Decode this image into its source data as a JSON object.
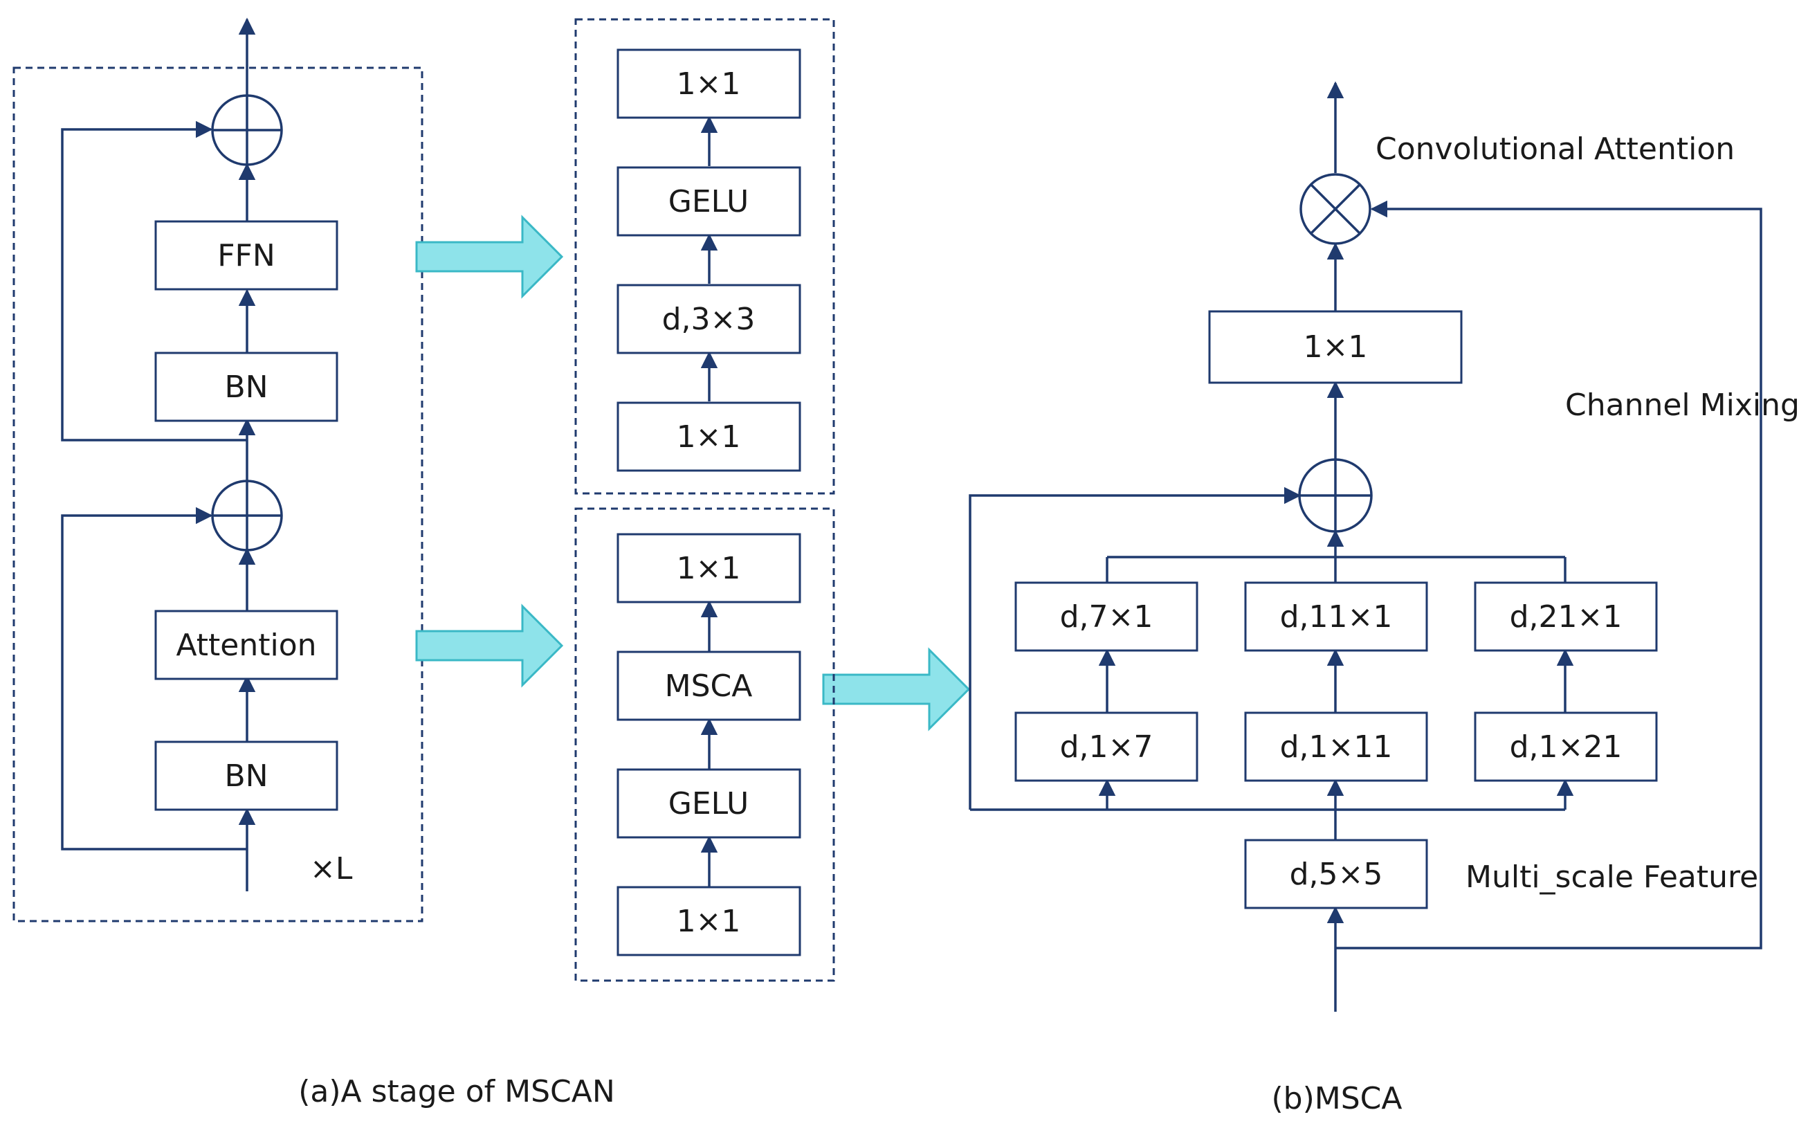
{
  "diagram": {
    "stage": {
      "ffn": "FFN",
      "bn_top": "BN",
      "attention": "Attention",
      "bn_bottom": "BN",
      "repeat": "×L"
    },
    "ffn_detail": {
      "conv_top": "1×1",
      "gelu": "GELU",
      "dwconv": "d,3×3",
      "conv_bottom": "1×1"
    },
    "attention_detail": {
      "conv_top": "1×1",
      "msca": "MSCA",
      "gelu": "GELU",
      "conv_bottom": "1×1"
    },
    "msca": {
      "conv_out": "1×1",
      "branch1_top": "d,7×1",
      "branch2_top": "d,11×1",
      "branch3_top": "d,21×1",
      "branch1_bottom": "d,1×7",
      "branch2_bottom": "d,1×11",
      "branch3_bottom": "d,1×21",
      "dw5": "d,5×5",
      "label_conv_attention": "Convolutional Attention",
      "label_channel_mixing": "Channel Mixing",
      "label_multiscale": "Multi_scale Feature"
    },
    "captions": {
      "a": "(a)A stage of MSCAN",
      "b": "(b)MSCA"
    },
    "colors": {
      "line": "#1f3a6e",
      "box_stroke": "#1f3a6e",
      "arrow_fill": "#8ee3ea",
      "arrow_stroke": "#3ab8c6"
    }
  }
}
